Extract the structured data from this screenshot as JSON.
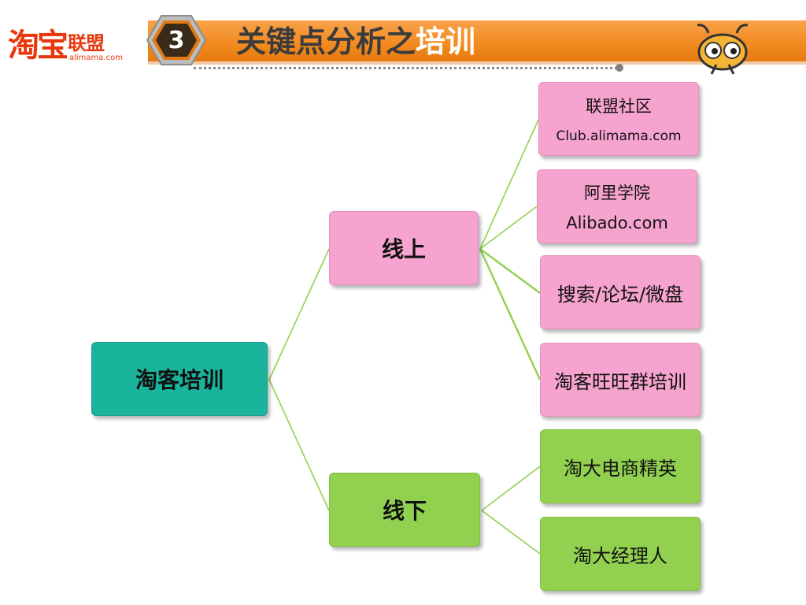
{
  "header": {
    "logo_main": "淘宝",
    "logo_sub": "联盟",
    "logo_small": "alimama.com",
    "section_number": "3",
    "title_dark": "关键点分析之",
    "title_light": "培训"
  },
  "diagram": {
    "root": "淘客培训",
    "branches": [
      {
        "label": "线上",
        "children": [
          {
            "label": "联盟社区",
            "sub": "Club.alimama.com"
          },
          {
            "label": "阿里学院",
            "sub": "Alibado.com"
          },
          {
            "label": "搜索/论坛/微盘"
          },
          {
            "label": "淘客旺旺群培训"
          }
        ]
      },
      {
        "label": "线下",
        "children": [
          {
            "label": "淘大电商精英"
          },
          {
            "label": "淘大经理人"
          }
        ]
      }
    ]
  },
  "colors": {
    "root": "#1ab39c",
    "online": "#f6a3cf",
    "offline": "#92d050",
    "header_band": "#f28a1e",
    "connector": "#92d050"
  }
}
